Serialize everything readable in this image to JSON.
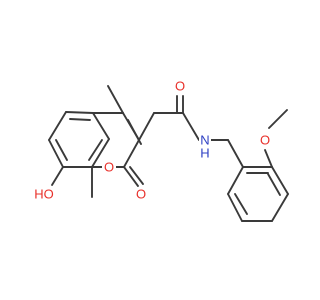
{
  "molecule": {
    "atoms": {
      "hydroxyl_oxygen": "HO",
      "ring_oxygen": "O",
      "lactone_carbonyl_oxygen": "O",
      "amide_carbonyl_oxygen": "O",
      "amide_nitrogen": "N",
      "amide_hydrogen": "H",
      "methoxy_oxygen": "O"
    },
    "colors": {
      "bond": "#3a3a3a",
      "oxygen": "#e8302a",
      "nitrogen": "#2f41c4"
    }
  }
}
